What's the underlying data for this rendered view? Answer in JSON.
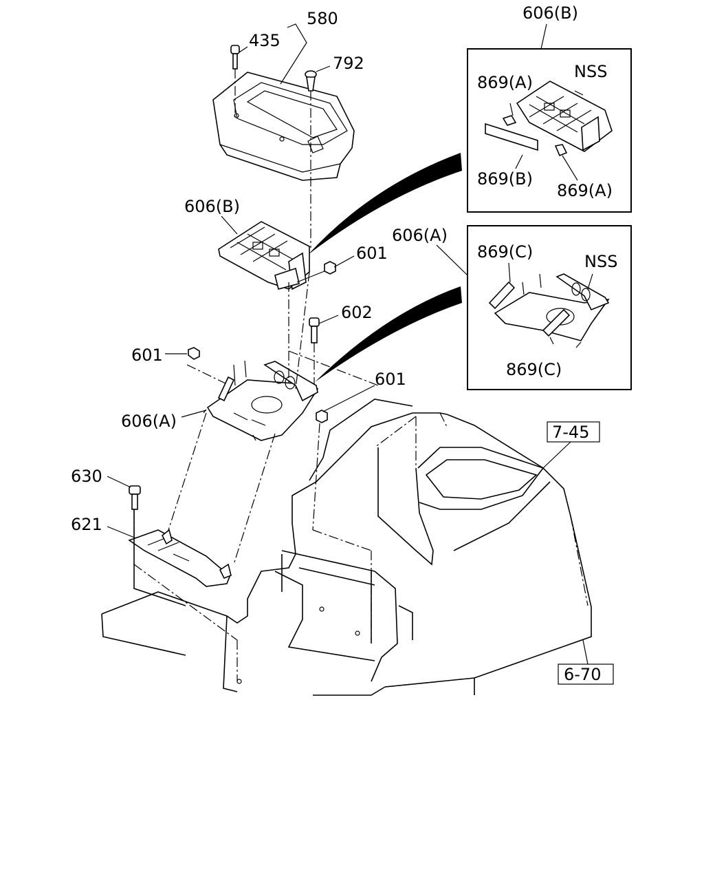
{
  "labels": {
    "p580": "580",
    "p435": "435",
    "p792": "792",
    "p606b_top": "606(B)",
    "p606b": "606(B)",
    "p601_a": "601",
    "p606a_call": "606(A)",
    "p602": "602",
    "p601_b": "601",
    "p601_c": "601",
    "p606a": "606(A)",
    "p630": "630",
    "p621": "621",
    "ref745": "7-45",
    "ref670": "6-70",
    "d1_869a_top": "869(A)",
    "d1_nss": "NSS",
    "d1_869b": "869(B)",
    "d1_869a_bot": "869(A)",
    "d2_869c_top": "869(C)",
    "d2_nss": "NSS",
    "d2_869c_bot": "869(C)"
  }
}
